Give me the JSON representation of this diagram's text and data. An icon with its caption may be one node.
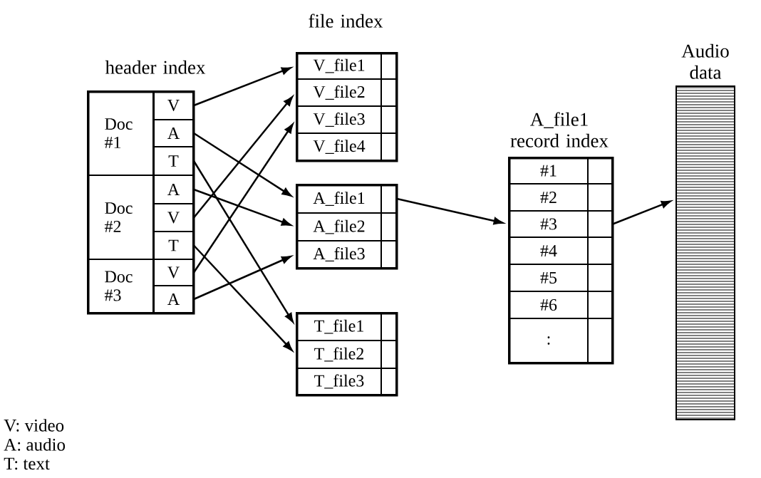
{
  "diagram": {
    "nodes": [
      {
        "text": [
          "header index"
        ]
      },
      {
        "text": [
          "Doc #1"
        ],
        "in": 0
      },
      {
        "text": [
          "V"
        ],
        "in": 1
      },
      {
        "text": [
          "A"
        ],
        "in": 1
      },
      {
        "text": [
          "T"
        ],
        "in": 1
      },
      {
        "text": [
          "Doc #2"
        ],
        "in": 0
      },
      {
        "text": [
          "A"
        ],
        "in": 5
      },
      {
        "text": [
          "V"
        ],
        "in": 5
      },
      {
        "text": [
          "T"
        ],
        "in": 5
      },
      {
        "text": [
          "Doc #3"
        ],
        "in": 0
      },
      {
        "text": [
          "V"
        ],
        "in": 9
      },
      {
        "text": [
          "A"
        ],
        "in": 9
      },
      {
        "text": [
          "file index"
        ]
      },
      {
        "text": [
          "V_file1"
        ],
        "in": 12
      },
      {
        "text": [
          "V_file2"
        ],
        "in": 12
      },
      {
        "text": [
          "V_file3"
        ],
        "in": 12
      },
      {
        "text": [
          "V_file4"
        ],
        "in": 12
      },
      {
        "text": [],
        "shape": "box"
      },
      {
        "text": [
          "A_file1"
        ],
        "in": 17
      },
      {
        "text": [
          "A_file2"
        ],
        "in": 17
      },
      {
        "text": [
          "A_file3"
        ],
        "in": 17
      },
      {
        "text": [],
        "shape": "box"
      },
      {
        "text": [
          "T_file1"
        ],
        "in": 21
      },
      {
        "text": [
          "T_file2"
        ],
        "in": 21
      },
      {
        "text": [
          "T_file3"
        ],
        "in": 21
      },
      {
        "text": [
          "A_file1 record index"
        ]
      },
      {
        "text": [
          "#1"
        ],
        "in": 25
      },
      {
        "text": [
          "#2"
        ],
        "in": 25
      },
      {
        "text": [
          "#3"
        ],
        "in": 25
      },
      {
        "text": [
          "#4"
        ],
        "in": 25
      },
      {
        "text": [
          "#5"
        ],
        "in": 25
      },
      {
        "text": [
          "#6"
        ],
        "in": 25
      },
      {
        "text": [
          ":"
        ],
        "in": 25
      },
      {
        "text": [
          "Audio data"
        ]
      }
    ],
    "edges": [
      {
        "from": 2,
        "to": 13,
        "arrow": "to"
      },
      {
        "from": 3,
        "to": 18,
        "arrow": "to"
      },
      {
        "from": 4,
        "to": 22,
        "arrow": "to"
      },
      {
        "from": 6,
        "to": 19,
        "arrow": "to"
      },
      {
        "from": 7,
        "to": 14,
        "arrow": "to"
      },
      {
        "from": 8,
        "to": 23,
        "arrow": "to"
      },
      {
        "from": 10,
        "to": 15,
        "arrow": "to"
      },
      {
        "from": 11,
        "to": 20,
        "arrow": "to"
      },
      {
        "from": 18,
        "to": 28,
        "arrow": "to"
      },
      {
        "from": 28,
        "to": 33,
        "arrow": "to"
      }
    ],
    "labels": [
      "V: video",
      "A: audio",
      "T: text"
    ]
  }
}
